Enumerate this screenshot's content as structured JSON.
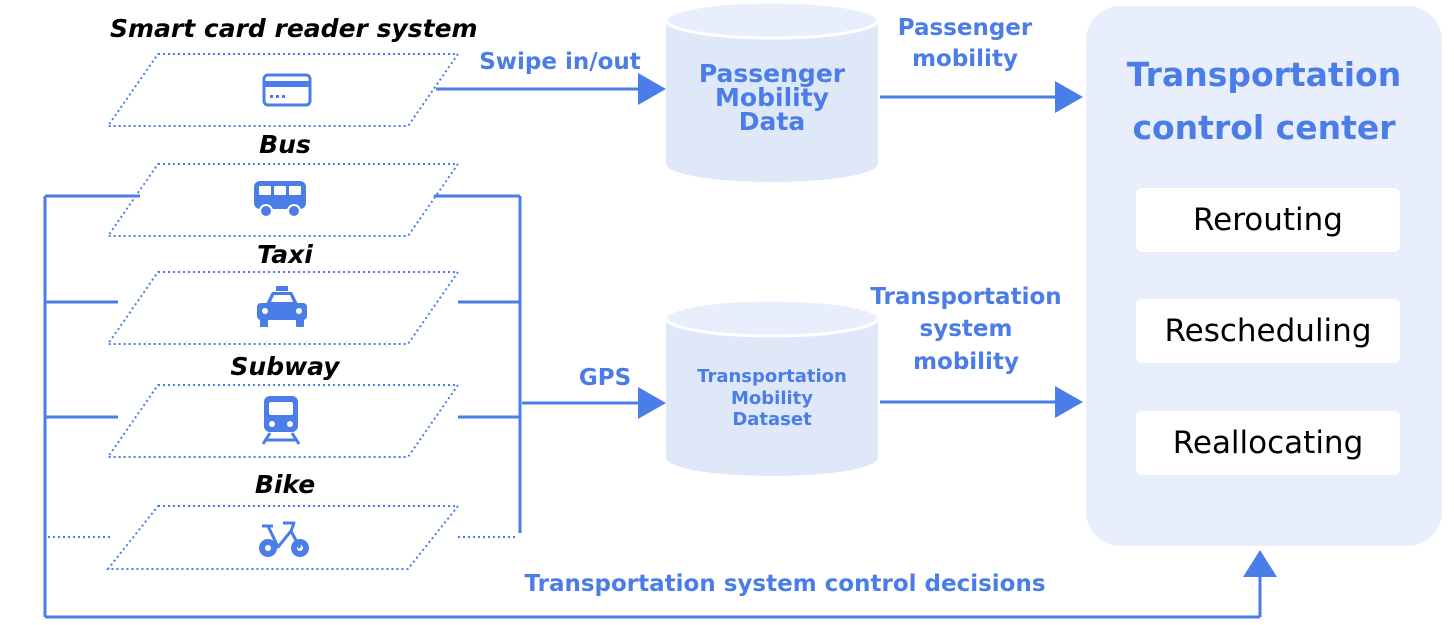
{
  "layers": [
    {
      "title": "Smart card reader system",
      "icon": "credit-card-icon"
    },
    {
      "title": "Bus",
      "icon": "bus-icon"
    },
    {
      "title": "Taxi",
      "icon": "taxi-icon"
    },
    {
      "title": "Subway",
      "icon": "train-icon"
    },
    {
      "title": "Bike",
      "icon": "bicycle-icon"
    }
  ],
  "flows": {
    "swipe": "Swipe in/out",
    "gps": "GPS",
    "passenger_mobility": [
      "Passenger",
      "mobility"
    ],
    "transport_mobility": [
      "Transportation",
      "system",
      "mobility"
    ],
    "control_decisions": "Transportation system control decisions"
  },
  "databases": {
    "passenger": [
      "Passenger",
      "Mobility",
      "Data"
    ],
    "transport": [
      "Transportation",
      "Mobility",
      "Dataset"
    ]
  },
  "control_center": {
    "title": [
      "Transportation",
      "control center"
    ],
    "actions": [
      "Rerouting",
      "Rescheduling",
      "Reallocating"
    ]
  },
  "colors": {
    "accent": "#4a7de8",
    "panel": "#e8eefb",
    "cylinder": "#dfe8f8"
  }
}
